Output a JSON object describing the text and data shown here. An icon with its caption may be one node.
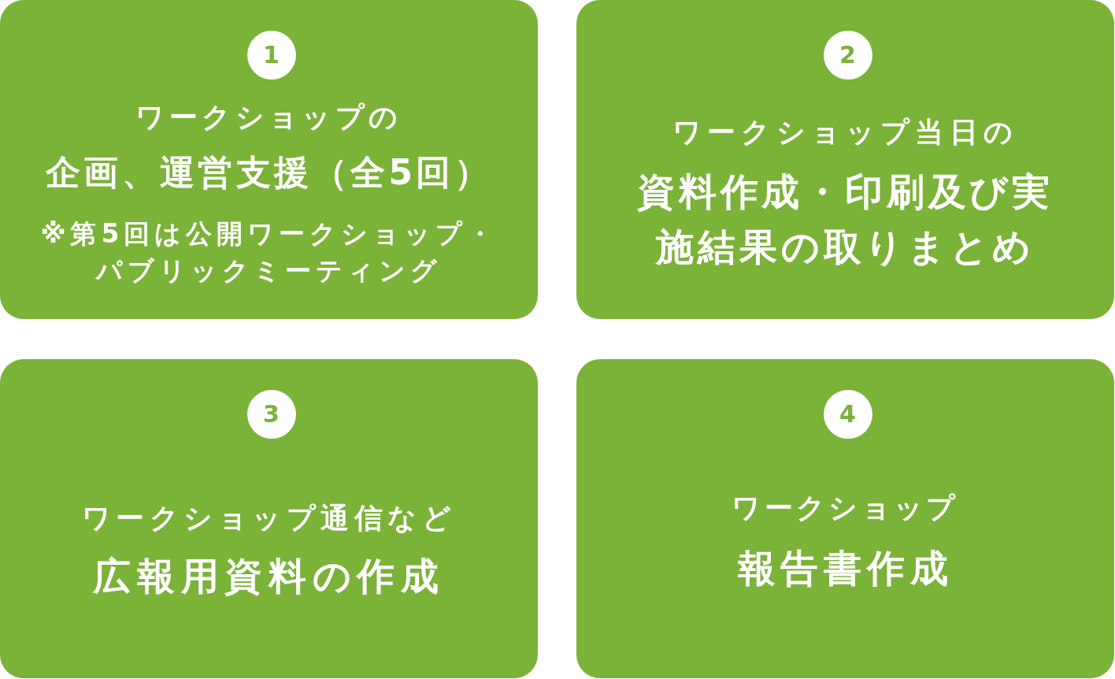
{
  "diagram": {
    "nodes": [
      {
        "text": [
          "ワークショップの",
          "企画、運営支援（全5回）",
          "※第5回は公開ワークショップ・パブリックミーティング"
        ]
      },
      {
        "text": [
          "1"
        ],
        "in": 0
      },
      {
        "text": [
          "ワークショップ当日の",
          "資料作成・印刷及び実施結果の取りまとめ"
        ]
      },
      {
        "text": [
          "2"
        ],
        "in": 2
      },
      {
        "text": [
          "ワークショップ通信など",
          "広報用資料の作成"
        ]
      },
      {
        "text": [
          "3"
        ],
        "in": 4
      },
      {
        "text": [
          "ワークショップ",
          "報告書作成"
        ]
      },
      {
        "text": [
          "4"
        ],
        "in": 6
      }
    ]
  }
}
